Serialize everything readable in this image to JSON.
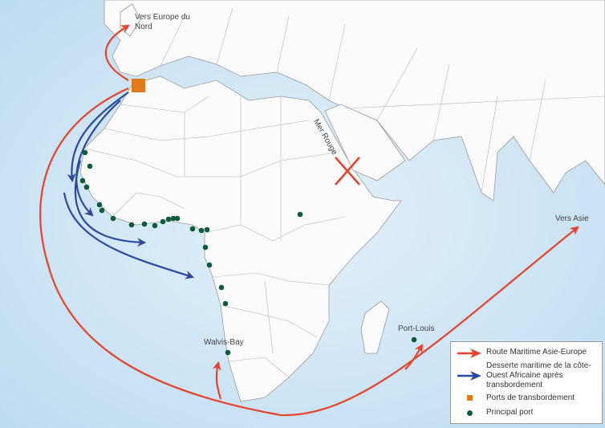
{
  "labels": {
    "vers_europe": "Vers Europe du Nord",
    "vers_asie": "Vers Asie",
    "mer_rouge": "Mer Rouge",
    "port_louis": "Port-Louis",
    "walvis_bay": "Walvis-Bay"
  },
  "legend": {
    "items": [
      {
        "label": "Route Maritime Asie-Europe",
        "icon": "red-arrow-icon",
        "color": "#e8432a"
      },
      {
        "label": "Desserte maritime de la côte-Ouest Africaine après transbordement",
        "icon": "blue-arrow-icon",
        "color": "#2a4aa0"
      },
      {
        "label": "Ports de transbordement",
        "icon": "orange-square-icon",
        "color": "#e07b1c"
      },
      {
        "label": "Principal port",
        "icon": "green-dot-icon",
        "color": "#0f5c3a"
      }
    ]
  },
  "colors": {
    "sea": "#d5eaf7",
    "land": "#fbfbfb",
    "border": "#9a9a9a"
  }
}
